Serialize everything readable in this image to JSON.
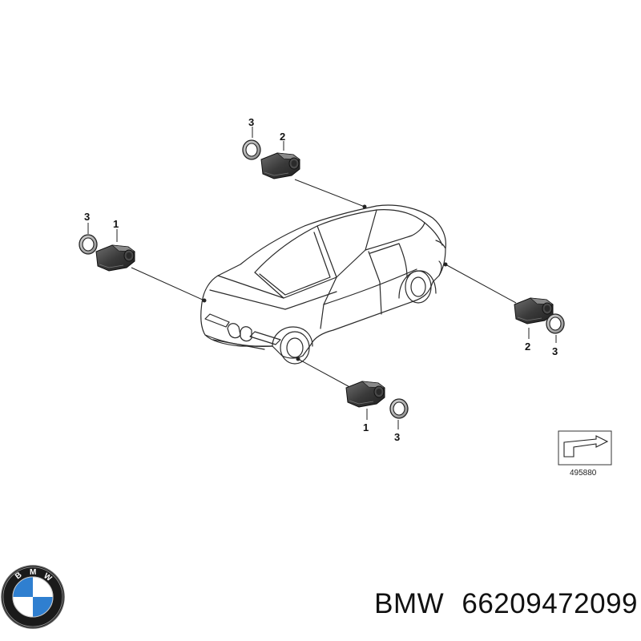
{
  "diagram": {
    "callouts": {
      "top_sensor": "2",
      "top_ring": "3",
      "left_sensor": "1",
      "left_ring": "3",
      "right_sensor": "2",
      "right_ring": "3",
      "bottom_sensor": "1",
      "bottom_ring": "3"
    },
    "reference_number": "495880"
  },
  "logo": {
    "name": "bmw-roundel",
    "letters": "BMW",
    "colors": {
      "ring": "#1a1a1a",
      "blue": "#2f7fd0",
      "white": "#ffffff"
    }
  },
  "caption": {
    "brand": "BMW",
    "part_number": "66209472099"
  }
}
